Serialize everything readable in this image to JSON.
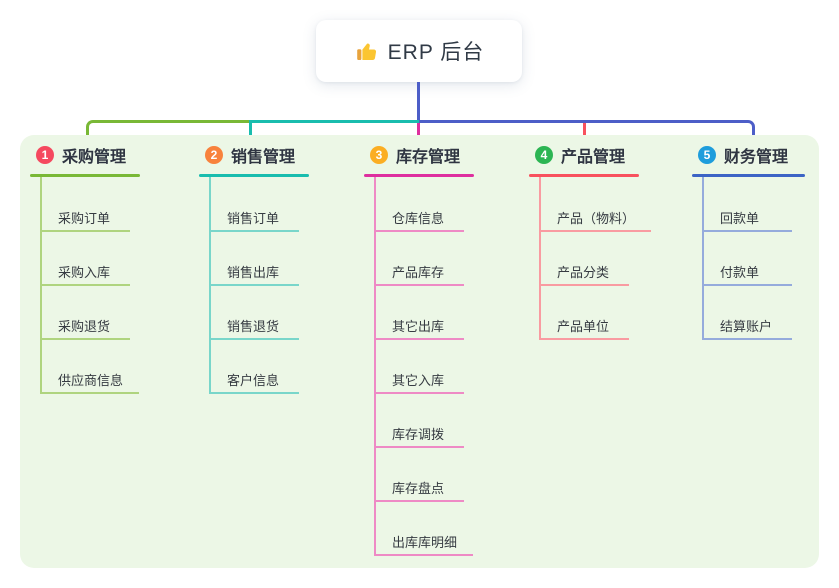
{
  "root": {
    "icon": "thumbs-up-icon",
    "label": "ERP 后台"
  },
  "canvas": {
    "page_background": "#ffffff",
    "panel_background": "#ecf7e6",
    "trunk_color": "#4d5ec8",
    "title_text_color": "#2f3542",
    "child_text_color": "#363b42"
  },
  "branches": [
    {
      "num": "1",
      "title": "采购管理",
      "badge_color": "#f5495f",
      "line_color": "#79b836",
      "child_line_color": "#afd47f",
      "children": [
        "采购订单",
        "采购入库",
        "采购退货",
        "供应商信息"
      ]
    },
    {
      "num": "2",
      "title": "销售管理",
      "badge_color": "#f8823c",
      "line_color": "#19bdae",
      "child_line_color": "#79d6ca",
      "children": [
        "销售订单",
        "销售出库",
        "销售退货",
        "客户信息"
      ]
    },
    {
      "num": "3",
      "title": "库存管理",
      "badge_color": "#fbae23",
      "line_color": "#de2f9f",
      "child_line_color": "#ee8ac5",
      "children": [
        "仓库信息",
        "产品库存",
        "其它出库",
        "其它入库",
        "库存调拨",
        "库存盘点",
        "出库库明细"
      ]
    },
    {
      "num": "4",
      "title": "产品管理",
      "badge_color": "#2cb553",
      "line_color": "#f8515e",
      "child_line_color": "#f99ba1",
      "children": [
        "产品（物料）",
        "产品分类",
        "产品单位"
      ]
    },
    {
      "num": "5",
      "title": "财务管理",
      "badge_color": "#1e9ddc",
      "line_color": "#3c64c5",
      "child_line_color": "#95abdc",
      "children": [
        "回款单",
        "付款单",
        "结算账户"
      ]
    }
  ]
}
